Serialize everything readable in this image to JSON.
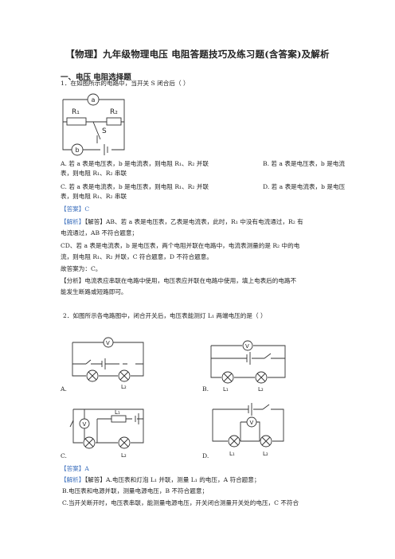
{
  "doc": {
    "title": "【物理】九年级物理电压 电阻答题技巧及练习题(含答案)及解析",
    "section": "一、电压 电阻选择题",
    "q1": {
      "stem": "1．在如图所示的电路中，当开关 S 闭合后（   ）",
      "fig": {
        "meter_a": "a",
        "meter_b": "b",
        "r1": "R₁",
        "r2": "R₂",
        "switch": "S"
      },
      "optA_1": "A. 若 a 表是电压表，b 是电流表，则电阻 R₁、R₂ 并联",
      "optA_2": "表，则电阻 R₁、R₂ 串联",
      "optB_1": "B. 若 a 表是电压表，b 是电流",
      "optC_1": "C. 若 a 表是电流表，b 是电压表，则电阻 R₁、R₂ 并联",
      "optC_2": "表，则电阻 R₁、R₂ 串联",
      "optD_1": "D. 若 a 表是电流表，b 是电压",
      "answer_tag": "【答案】",
      "answer": "C",
      "analysis_tag": "【解析】",
      "analysis_1": "【解答】AB、若 a 表是电压表，乙表是电流表，此时，R₁ 中没有电流通过，R₂ 有",
      "analysis_2": "电流通过，AB 不符合题意；",
      "analysis_3": "CD、若 a 表是电流表，b 是电压表，两个电阻并联在电路中，电流表测量的是 R₂ 中的电",
      "analysis_4": "流，则电阻 R₁、R₂ 并联，C 符合题意，D 不符合题意。",
      "analysis_5": "故答案为：C。",
      "fenxi_1": "【分析】电流表应串联在电路中使用，电压表应并联在电路中使用，填上电表后的电路不",
      "fenxi_2": "能发生断路或短路即可。"
    },
    "q2": {
      "stem": "2．如图所示各电路图中，闭合开关后，电压表能测灯 L₁ 两端电压的是（    ）",
      "labels": {
        "a": "A.",
        "b": "B.",
        "c": "C.",
        "d": "D."
      },
      "fig": {
        "v": "V",
        "l1": "L₁",
        "l2": "L₂"
      },
      "answer_tag": "【答案】",
      "answer": "A",
      "analysis_1": "【解答】A.电压表和灯泡 L₁ 并联，测量 L₁ 的电压，A 符合题意；",
      "analysis_2": "B.电压表和电源并联，测量电源电压，B 不符合题意；",
      "analysis_3": "C.当开关断开时，电压表串联，能测量电源电压，开关闭合测量开关处的电压，C 不符合"
    }
  }
}
